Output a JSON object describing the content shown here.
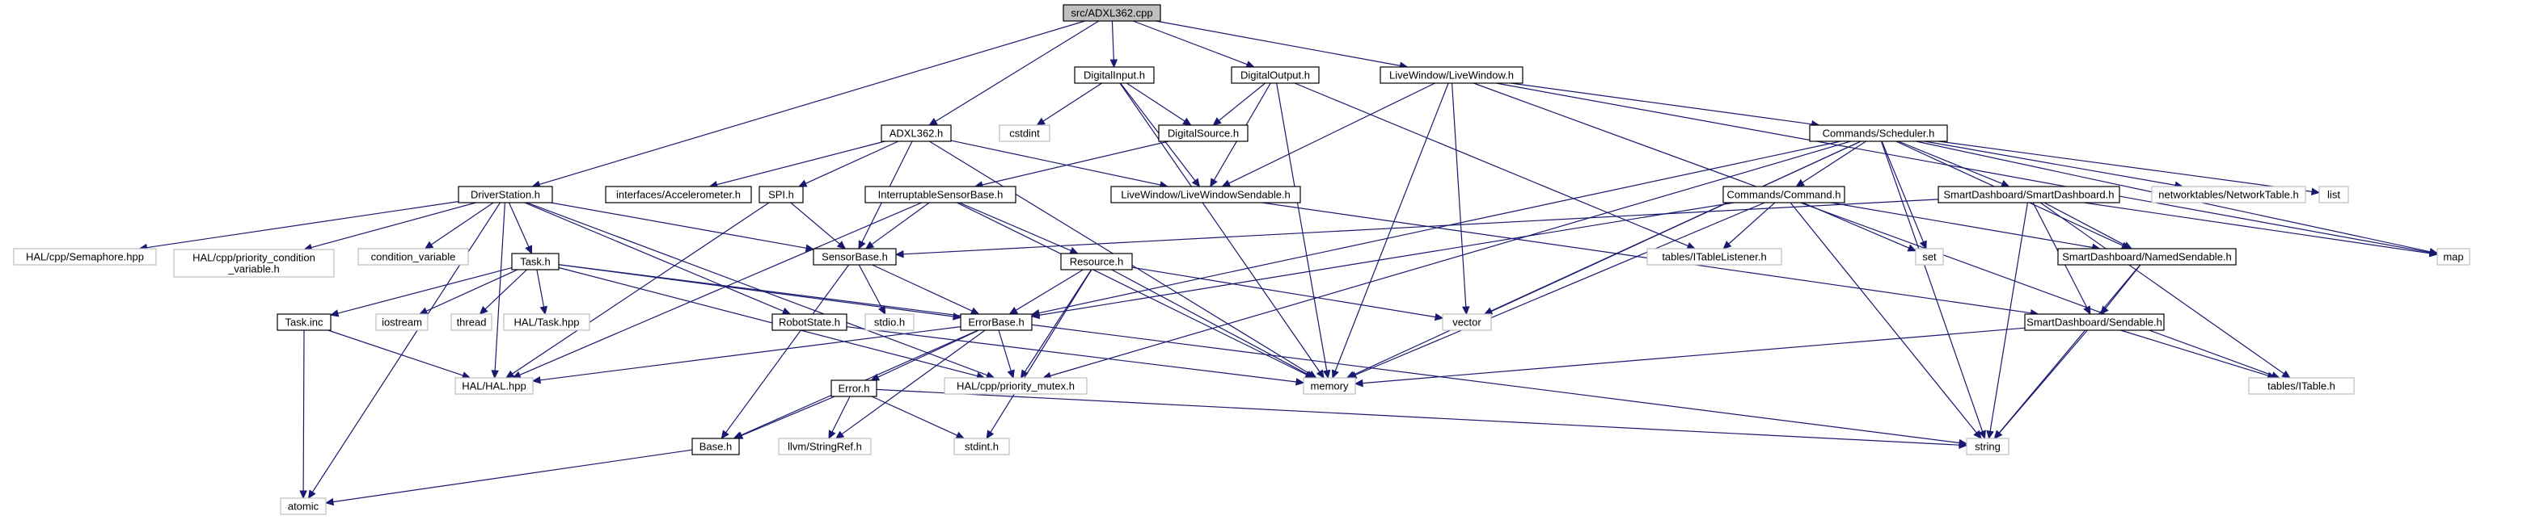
{
  "diagram": {
    "colors": {
      "edge": "#191970",
      "root_fill": "#bfbfbf",
      "ext_border": "#bfbfbf",
      "box_border": "#000000"
    },
    "nodes": {
      "root": "src/ADXL362.cpp",
      "adxl362h": "ADXL362.h",
      "digitalinputh": "DigitalInput.h",
      "digitaloutputh": "DigitalOutput.h",
      "livewindowh": "LiveWindow/LiveWindow.h",
      "driverstationh": "DriverStation.h",
      "accelerometerh": "interfaces/Accelerometer.h",
      "spih": "SPI.h",
      "interruptiblesensorbaseh": "InterruptableSensorBase.h",
      "digitalsourceh": "DigitalSource.h",
      "livewindowsendableh": "LiveWindow/LiveWindowSendable.h",
      "cstdint": "cstdint",
      "schedulerh": "Commands/Scheduler.h",
      "commandh": "Commands/Command.h",
      "smartdashboardh": "SmartDashboard/SmartDashboard.h",
      "networktableh": "networktables/NetworkTable.h",
      "list": "list",
      "map": "map",
      "semaphorehpp": "HAL/cpp/Semaphore.hpp",
      "priorityconditionvariableh": [
        "HAL/cpp/priority_condition",
        "_variable.h"
      ],
      "conditionvariable": "condition_variable",
      "taskh": "Task.h",
      "robotstateh": "RobotState.h",
      "sensorbaseh": "SensorBase.h",
      "resourceh": "Resource.h",
      "itablelistenerh": "tables/ITableListener.h",
      "set": "set",
      "namedsendableh": "SmartDashboard/NamedSendable.h",
      "stdioh": "stdio.h",
      "vector": "vector",
      "errorbaseh": "ErrorBase.h",
      "sendableh": "SmartDashboard/Sendable.h",
      "taskinc": "Task.inc",
      "iostream": "iostream",
      "thread": "thread",
      "haltaskhpp": "HAL/Task.hpp",
      "halhpp": "HAL/HAL.hpp",
      "prioritymutexh": "HAL/cpp/priority_mutex.h",
      "memory": "memory",
      "itableh": "tables/ITable.h",
      "errorh": "Error.h",
      "baseh": "Base.h",
      "stringrefh": "llvm/StringRef.h",
      "stdinth": "stdint.h",
      "string": "string",
      "atomic": "atomic"
    }
  }
}
